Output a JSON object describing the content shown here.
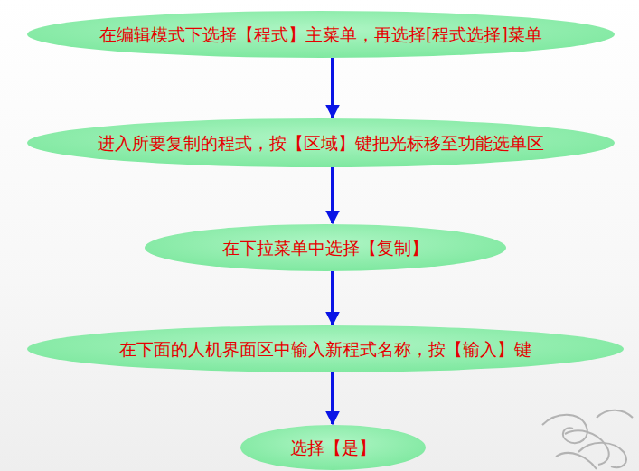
{
  "diagram": {
    "nodes": [
      {
        "text": [
          "在编辑模式下选择【程式】主菜单，再选择[程式选择]菜单"
        ]
      },
      {
        "text": [
          "进入所要复制的程式，按【区域】键把光标移至功能选单区"
        ]
      },
      {
        "text": [
          "在下拉菜单中选择【复制】"
        ]
      },
      {
        "text": [
          "在下面的人机界面区中输入新程式名称，按【输入】键"
        ]
      },
      {
        "text": [
          "选择【是】"
        ]
      }
    ],
    "edges": [
      {
        "from": 0,
        "to": 1,
        "arrow": "to"
      },
      {
        "from": 1,
        "to": 2,
        "arrow": "to"
      },
      {
        "from": 2,
        "to": 3,
        "arrow": "to"
      },
      {
        "from": 3,
        "to": 4,
        "arrow": "to"
      }
    ]
  }
}
